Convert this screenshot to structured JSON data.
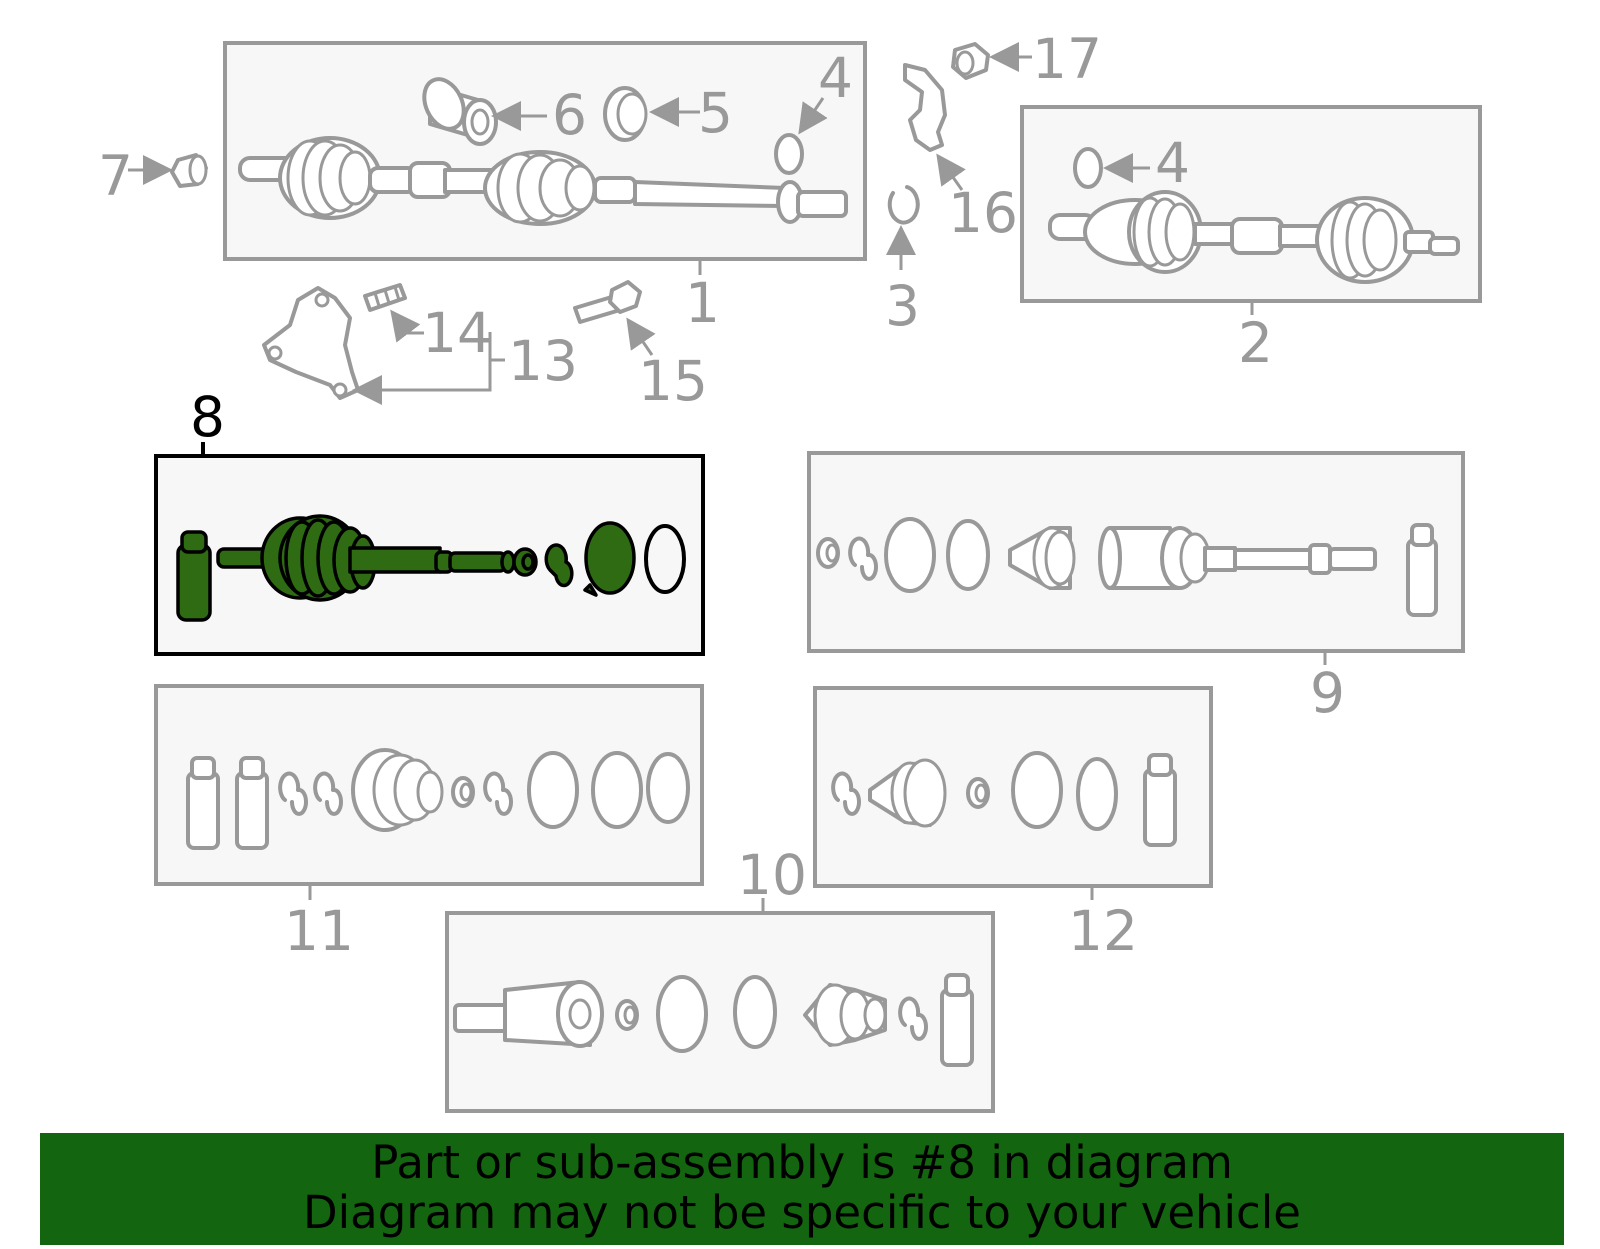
{
  "callouts": {
    "c1": "1",
    "c2": "2",
    "c3": "3",
    "c4a": "4",
    "c4b": "4",
    "c5": "5",
    "c6": "6",
    "c7": "7",
    "c8": "8",
    "c9": "9",
    "c10": "10",
    "c11": "11",
    "c12": "12",
    "c13": "13",
    "c14": "14",
    "c15": "15",
    "c16": "16",
    "c17": "17"
  },
  "highlight": {
    "callout": "8",
    "color": "#2e6b12",
    "banner_color": "#14650f"
  },
  "banner": {
    "line1": "Part or sub-assembly is #8 in diagram",
    "line2": "Diagram may not be specific to your vehicle"
  }
}
